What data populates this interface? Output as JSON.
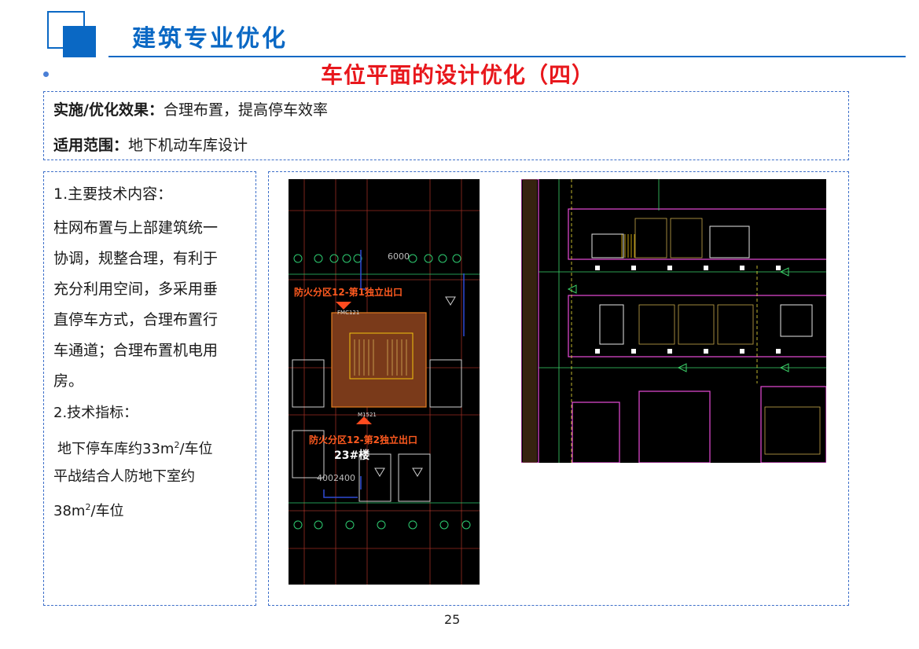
{
  "header": {
    "section_title": "建筑专业优化"
  },
  "slide": {
    "title": "车位平面的设计优化（四）"
  },
  "summary": {
    "effect_label": "实施/优化效果：",
    "effect_text": "合理布置，提高停车效率",
    "scope_label": "适用范围：",
    "scope_text": "地下机动车库设计"
  },
  "content": {
    "heading1": "1.主要技术内容：",
    "lines1": [
      "柱网布置与上部建筑统一",
      "协调，规整合理，有利于",
      "充分利用空间，多采用垂",
      "直停车方式，合理布置行",
      "车通道；合理布置机电用",
      "房。"
    ],
    "heading2": "2.技术指标：",
    "metric1_pre": "地下停车库约33m",
    "metric1_sup": "2",
    "metric1_post": "/车位",
    "metric2_line1": "平战结合人防地下室约",
    "metric2_pre": "38m",
    "metric2_sup": "2",
    "metric2_post": "/车位"
  },
  "drawing1": {
    "label_exit1": "防火分区12-第1独立出口",
    "label_exit2": "防火分区12-第2独立出口",
    "label_building": "23#楼",
    "dim_top": "6000",
    "dim_bottom": "4002400",
    "door1": "FMC121",
    "door2": "M1521"
  },
  "footer": {
    "page_number": "25"
  },
  "colors": {
    "brand_blue": "#0a68c4",
    "title_red": "#e8171c",
    "dashed_border": "#3d6fc9",
    "cad_bg": "#000000"
  }
}
